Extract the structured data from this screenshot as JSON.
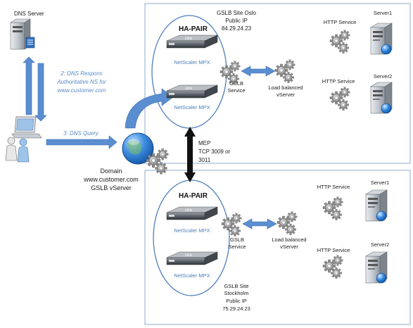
{
  "dns_server": {
    "label": "DNS Server"
  },
  "arrows": {
    "dns_response": [
      "2: DNS Respons",
      "Authoritative NS for",
      "www.customer.com"
    ],
    "dns_query": "3: DNS Query"
  },
  "domain": [
    "Domain",
    "www.customer.com",
    "GSLB vServer"
  ],
  "mep": [
    "MEP",
    "TCP 3009 or",
    "3011"
  ],
  "site_oslo": {
    "title": [
      "GSLB Site Oslo",
      "Public IP",
      "84.29.24.23"
    ],
    "ha_pair": "HA-PAIR",
    "appliance1": "NetScaler MPX",
    "appliance2": "NetScaler MPX",
    "gslb_service": [
      "GSLB",
      "Service"
    ],
    "lb_vserver": [
      "Load balanced",
      "vServer"
    ],
    "http_service_1": "HTTP Service",
    "http_service_2": "HTTP Service",
    "server1": "Server1",
    "server2": "Server2"
  },
  "site_stockholm": {
    "title": [
      "GSLB Site",
      "Stockholm",
      "Public IP",
      "75.29.24.23"
    ],
    "ha_pair": "HA-PAIR",
    "appliance1": "NetScaler MPX",
    "appliance2": "NetScaler MPX",
    "gslb_service": [
      "GSLB",
      "Service"
    ],
    "lb_vserver": [
      "Load balanced",
      "vServer"
    ],
    "http_service_1": "HTTP Service",
    "http_service_2": "HTTP Service",
    "server1": "Server1",
    "server2": "Server2"
  },
  "appliance_badge": "citrix",
  "colors": {
    "arrow_blue": "#5b8ed0",
    "box_border": "#8fa8c8",
    "site_text_blue": "#4a7fb8"
  }
}
